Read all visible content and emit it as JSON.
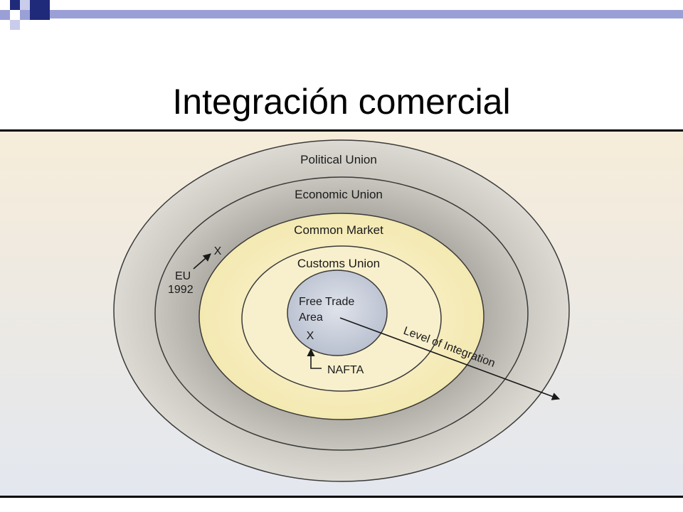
{
  "slide": {
    "title": "Integración comercial",
    "colors": {
      "accent_navy": "#1f2a7a",
      "accent_lavender": "#9aa0d6",
      "background_warm": "#f6ecd9",
      "background_cool": "#e3e7ef"
    }
  },
  "diagram": {
    "rings": [
      {
        "label": "Political Union"
      },
      {
        "label": "Economic Union"
      },
      {
        "label": "Common Market"
      },
      {
        "label": "Customs Union"
      }
    ],
    "core": {
      "line1": "Free Trade",
      "line2": "Area"
    },
    "markers": {
      "eu": {
        "line1": "EU",
        "line2": "1992",
        "symbol": "X"
      },
      "nafta": {
        "label": "NAFTA",
        "symbol": "X"
      }
    },
    "axis": {
      "label": "Level of Integration"
    }
  }
}
